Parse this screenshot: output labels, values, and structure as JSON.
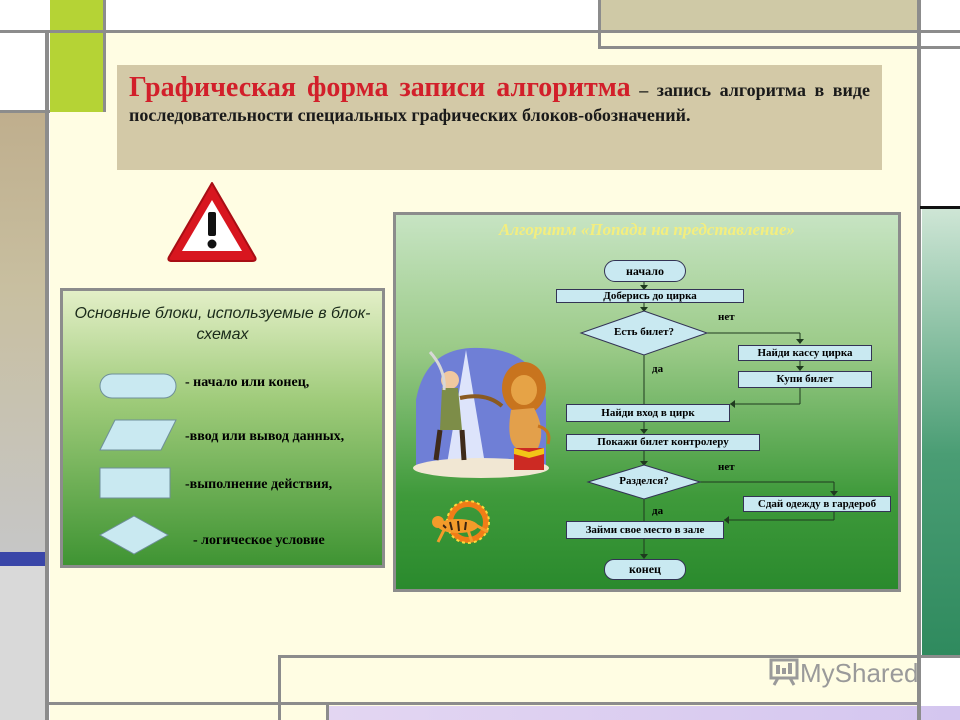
{
  "slide": {
    "title_accent": "Графическая форма записи алгоритма",
    "title_rest": " – запись алгоритма в виде последовательности специальных графических блоков-обозначений."
  },
  "legend": {
    "title": "Основные блоки, используемые в блок-схемах",
    "items": [
      {
        "shape": "terminal",
        "label": "- начало или конец,"
      },
      {
        "shape": "parallelogram",
        "label": "-ввод или вывод данных,"
      },
      {
        "shape": "rectangle",
        "label": "-выполнение действия,"
      },
      {
        "shape": "diamond",
        "label": "- логическое условие"
      }
    ]
  },
  "flowchart": {
    "title": "Алгоритм «Попади на представление»",
    "start": "начало",
    "step1": "Доберись до цирка",
    "cond1": "Есть билет?",
    "cond1_no": "нет",
    "cond1_yes": "да",
    "no1_a": "Найди кассу цирка",
    "no1_b": "Купи билет",
    "step2": "Найди вход в цирк",
    "step3": "Покажи билет контролеру",
    "cond2": "Разделся?",
    "cond2_no": "нет",
    "cond2_yes": "да",
    "no2": "Сдай одежду в гардероб",
    "step4": "Займи свое место в зале",
    "end": "конец"
  },
  "icons": [
    "warning-icon",
    "circus-lion-tamer-illustration",
    "tiger-fire-ring-illustration"
  ],
  "watermark": "MyShared",
  "colors": {
    "accent": "#d21f2a",
    "flow_title": "#f4ee7e",
    "block_fill": "#c9e9f1"
  }
}
